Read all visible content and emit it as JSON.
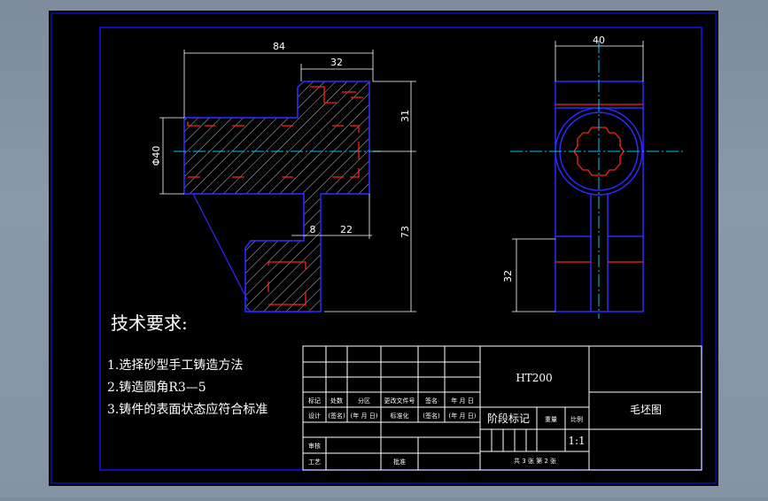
{
  "drawing": {
    "title": "毛坯图",
    "material": "HT200",
    "scale": "1:1",
    "sheet_info": "共 3 张  第 2 张",
    "stage_mark_label": "阶段标记",
    "weight_label": "重量",
    "scale_label": "比例"
  },
  "dimensions": {
    "front_overall_width": "84",
    "front_top_width": "32",
    "front_diameter": "Φ40",
    "front_height_top": "31",
    "front_height_lower": "73",
    "front_small_gap": "8",
    "front_step_width": "22",
    "side_width": "40",
    "side_height": "32"
  },
  "notes": {
    "heading": "技术要求:",
    "items": [
      "1.选择砂型手工铸造方法",
      "2.铸造圆角R3—5",
      "3.铸件的表面状态应符合标准"
    ]
  },
  "title_block": {
    "row_labels": [
      "标记",
      "处数",
      "分区",
      "更改文件号",
      "签名",
      "年 月 日"
    ],
    "design_row": [
      "设计",
      "(签名)",
      "(年 月 日)",
      "标准化",
      "(签名)",
      "(年 月 日)"
    ],
    "review_label": "审核",
    "process_label": "工艺",
    "approve_label": "批准"
  },
  "colors": {
    "background": "#000000",
    "frame": "#0000ff",
    "outline": "#3030ff",
    "dimension": "#ffffff",
    "center_line": "#00c8ff",
    "hidden_line": "#ff2020",
    "hatch": "#c0c0c0"
  }
}
